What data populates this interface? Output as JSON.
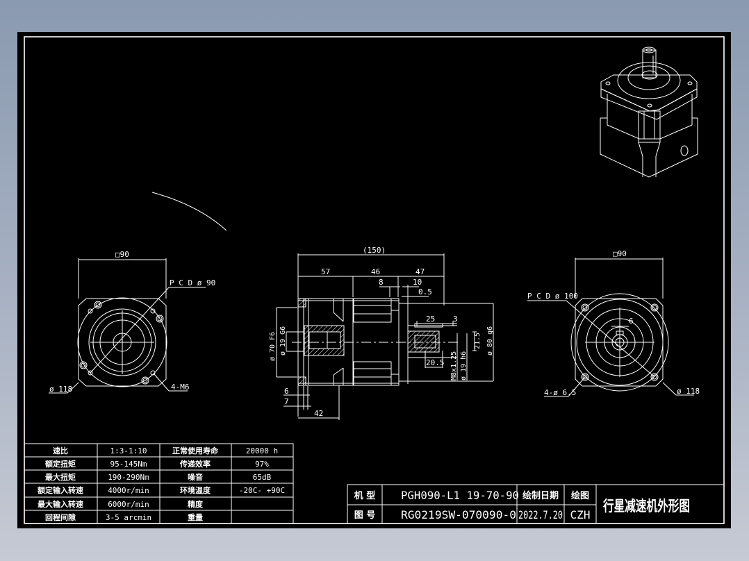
{
  "drawing": {
    "title": "行星减速机外形图",
    "background_color": "#000000",
    "line_color": "#ffffff"
  },
  "front_view_left": {
    "square_dim": "□90",
    "pcd_label": "P C D ø 90",
    "outer_dia_label": "ø 118",
    "holes_label": "4-M6"
  },
  "side_view": {
    "overall_length": "(150)",
    "seg1": "57",
    "seg2": "46",
    "seg3": "47",
    "dim_8": "8",
    "dim_10": "10",
    "dim_05": "0.5",
    "key_len": "25",
    "key_offset": "3",
    "thread_depth": "20.5",
    "flange_dia": "ø 70 F6",
    "bore_dia": "ø 19 G6",
    "pilot_dia": "ø 80 g6",
    "shaft_dia": "ø 19 h6",
    "thread": "M8x1.25",
    "key_height": "21.5",
    "dim_6": "6",
    "dim_7": "7",
    "dim_42": "42"
  },
  "front_view_right": {
    "square_dim": "□90",
    "pcd_label": "P C D ø 100",
    "key_width": "6",
    "holes_label": "4-ø 6.5",
    "outer_dia_label": "ø 118"
  },
  "spec_table": {
    "rows": [
      {
        "label1": "速比",
        "value1": "1:3-1:10",
        "label2": "正常使用寿命",
        "value2": "20000 h"
      },
      {
        "label1": "额定扭矩",
        "value1": "95-145Nm",
        "label2": "传递效率",
        "value2": "97%"
      },
      {
        "label1": "最大扭矩",
        "value1": "190-290Nm",
        "label2": "噪音",
        "value2": "65dB"
      },
      {
        "label1": "额定输入转速",
        "value1": "4000r/min",
        "label2": "环境温度",
        "value2": "-20C- +90C"
      },
      {
        "label1": "最大输入转速",
        "value1": "6000r/min",
        "label2": "精度",
        "value2": ""
      },
      {
        "label1": "回程间隙",
        "value1": "3-5 arcmin",
        "label2": "重量",
        "value2": ""
      }
    ]
  },
  "title_block": {
    "model_label": "机 型",
    "model_value": "PGH090-L1 19-70-90",
    "drawing_no_label": "图 号",
    "drawing_no_value": "RG0219SW-070090-0",
    "date_label": "绘制日期",
    "date_value": "2022.7.20",
    "drawn_label": "绘图",
    "drawn_value": "CZH",
    "title": "行星减速机外形图"
  }
}
